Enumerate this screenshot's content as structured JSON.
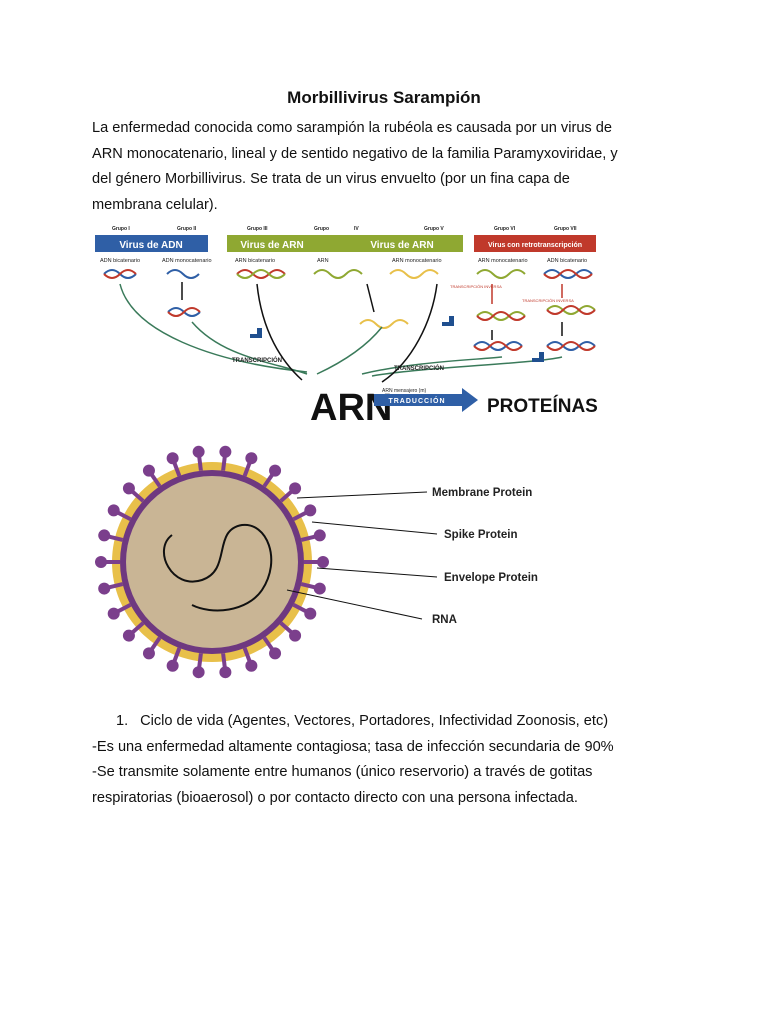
{
  "title": "Morbillivirus Sarampión",
  "intro_lines": [
    "La enfermedad conocida como sarampión la rubéola es causada por un virus de",
    "ARN monocatenario, lineal y de sentido negativo de la familia Paramyxoviridae, y",
    "del género Morbillivirus. Se trata de un virus envuelto (por un fina capa de",
    "membrana celular)."
  ],
  "figure1": {
    "groups": [
      "Grupo I",
      "Grupo II",
      "Grupo III",
      "Grupo",
      "IV",
      "Grupo V",
      "Grupo VI",
      "Grupo VII"
    ],
    "banner_adn": "Virus de ADN",
    "banner_arn_1": "Virus de ARN",
    "banner_arn_2": "Virus de ARN",
    "banner_retro": "Virus con retrotranscripción",
    "sublabels": [
      "ADN bicatenario",
      "ADN monocatenario",
      "ARN bicatenario",
      "ARN",
      "ARN monocatenario",
      "ARN monocatenario",
      "ADN bicatenario"
    ],
    "transcripcion_1": "TRANSCRIPCIÓN",
    "transcripcion_2": "TRANSCRIPCIÓN",
    "transcripcion_inversa_1": "TRANSCRIPCIÓN INVERSA",
    "transcripcion_inversa_2": "TRANSCRIPCIÓN INVERSA",
    "arn_big": "ARN",
    "arn_mensajero": "ARN mensajero (m)",
    "traduccion": "TRADUCCIÓN",
    "proteinas": "PROTEÍNAS"
  },
  "figure2": {
    "labels": [
      "Membrane Protein",
      "Spike Protein",
      "Envelope Protein",
      "RNA"
    ]
  },
  "list_item": {
    "number": "1.",
    "text": "Ciclo de vida (Agentes, Vectores, Portadores, Infectividad Zoonosis, etc)"
  },
  "bullet_lines": [
    "-Es una enfermedad altamente contagiosa; tasa de infección secundaria de 90%",
    "-Se transmite solamente entre humanos (único reservorio) a través de gotitas",
    "respiratorias (bioaerosol) o por contacto directo con una persona infectada."
  ],
  "colors": {
    "banner_blue": "#2f5fa6",
    "banner_green": "#8fa832",
    "banner_red": "#c0392b",
    "capsid": "#c9b595",
    "spike": "#7b3f8c",
    "envelope": "#e8c04a"
  }
}
